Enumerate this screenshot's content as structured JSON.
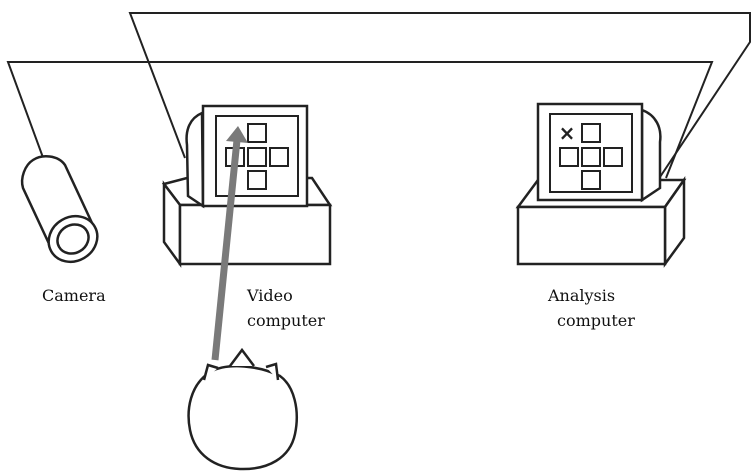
{
  "labels": {
    "camera": "Camera",
    "video_computer_line1": "Video",
    "video_computer_line2": "computer",
    "analysis_computer_line1": "Analysis",
    "analysis_computer_line2": "computer"
  },
  "markers": {
    "target": "×"
  },
  "colors": {
    "line": "#222222",
    "gaze_arrow": "#7a7a7a",
    "background": "#ffffff"
  }
}
